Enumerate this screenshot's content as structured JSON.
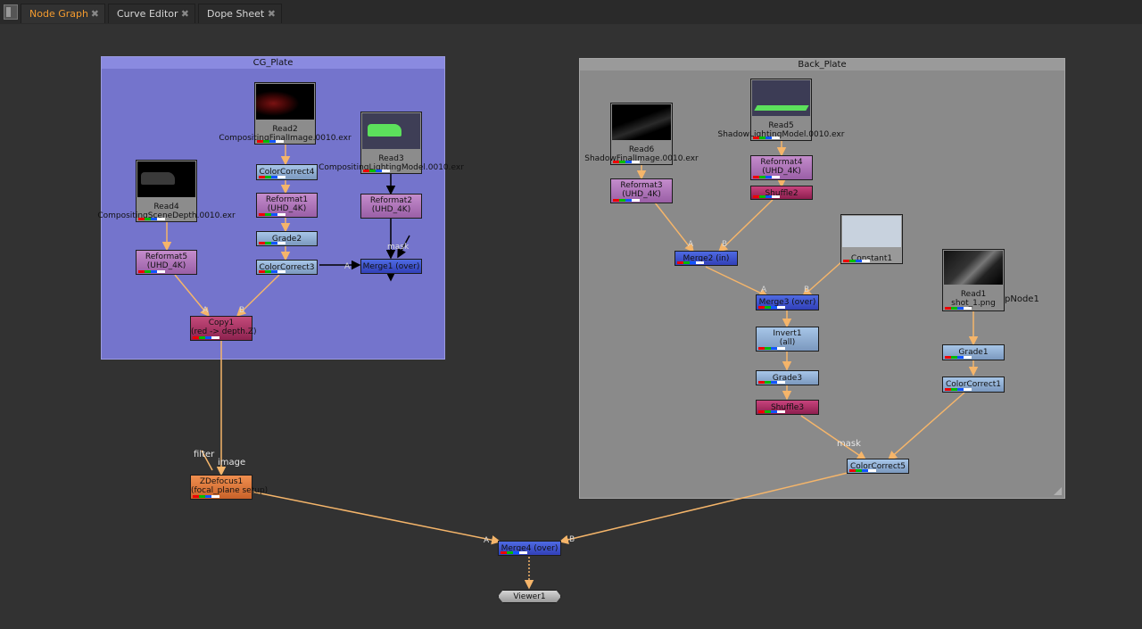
{
  "tabs": [
    {
      "label": "Node Graph",
      "close": "✖"
    },
    {
      "label": "Curve Editor",
      "close": "✖"
    },
    {
      "label": "Dope Sheet",
      "close": "✖"
    }
  ],
  "colors": {
    "active_tab": "#f49b2f",
    "cg_backdrop": "#7b7bd0",
    "back_backdrop": "#8a8a8a",
    "pipe": "#f5b56a"
  },
  "backdrops": {
    "cg_plate": "CG_Plate",
    "back_plate": "Back_Plate"
  },
  "nodes": {
    "read2": {
      "name": "Read2",
      "file": "CompositingFinalImage.0010.exr"
    },
    "read3": {
      "name": "Read3",
      "file": "CompositingLightingModel.0010.exr"
    },
    "read4": {
      "name": "Read4",
      "file": "CompositingSceneDepth.0010.exr"
    },
    "read5": {
      "name": "Read5",
      "file": "ShadowLightingModel.0010.exr"
    },
    "read6": {
      "name": "Read6",
      "file": "ShadowFinalImage.0010.exr"
    },
    "read1": {
      "name": "Read1",
      "file": "shot_1.png"
    },
    "colorcorrect4": "ColorCorrect4",
    "reformat1": {
      "name": "Reformat1",
      "sub": "(UHD_4K)"
    },
    "reformat2": {
      "name": "Reformat2",
      "sub": "(UHD_4K)"
    },
    "reformat3": {
      "name": "Reformat3",
      "sub": "(UHD_4K)"
    },
    "reformat4": {
      "name": "Reformat4",
      "sub": "(UHD_4K)"
    },
    "reformat5": {
      "name": "Reformat5",
      "sub": "(UHD_4K)"
    },
    "grade2": "Grade2",
    "colorcorrect3": "ColorCorrect3",
    "merge1": "Merge1 (over)",
    "copy1": {
      "name": "Copy1",
      "sub": "(red -> depth.Z)"
    },
    "shuffle2": "Shuffle2",
    "merge2": "Merge2 (in)",
    "constant1": "Constant1",
    "merge3": "Merge3 (over)",
    "invert1": {
      "name": "Invert1",
      "sub": "(all)"
    },
    "grade3": "Grade3",
    "shuffle3": "Shuffle3",
    "grade1": "Grade1",
    "colorcorrect1": "ColorCorrect1",
    "colorcorrect5": "ColorCorrect5",
    "zdefocus1": {
      "name": "ZDefocus1",
      "sub": "(focal_plane setup)"
    },
    "merge4": "Merge4 (over)",
    "viewer1": "Viewer1"
  },
  "input_labels": {
    "a": "A",
    "b": "B",
    "mask": "mask",
    "filter": "filter",
    "image": "image"
  },
  "stray_label": "pNode1"
}
